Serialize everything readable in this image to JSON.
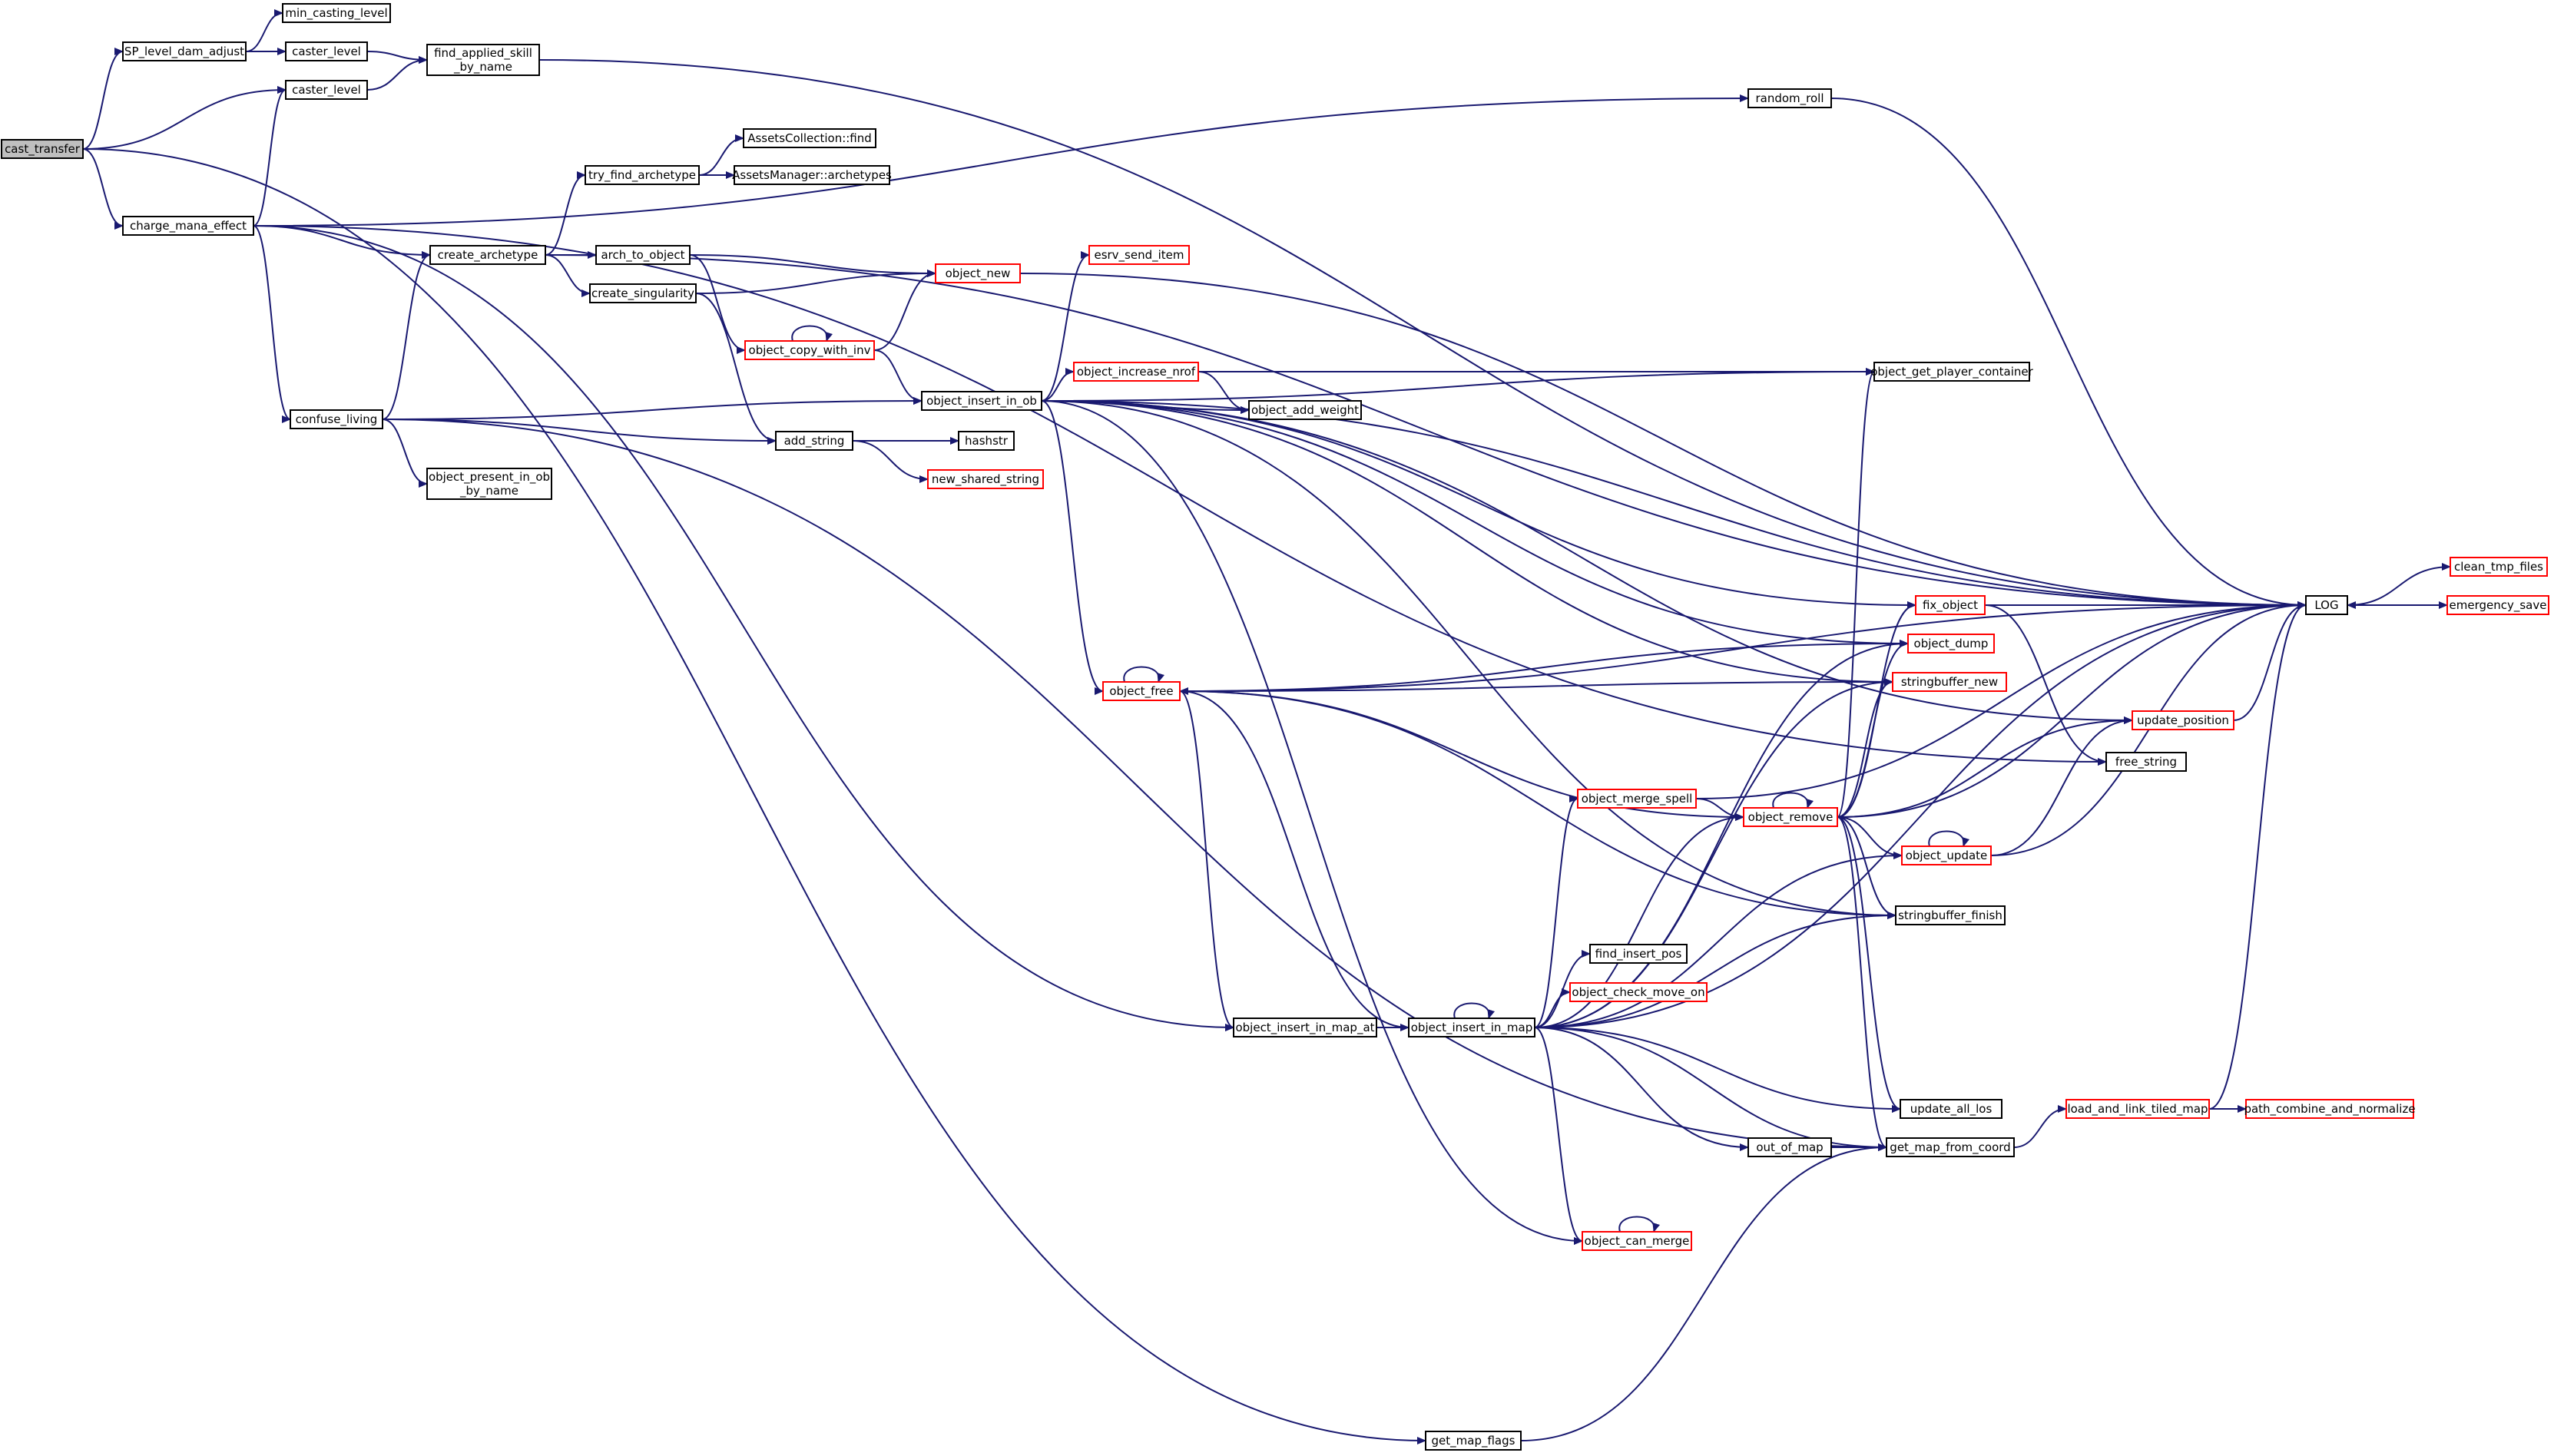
{
  "graph": {
    "nodes": [
      {
        "id": "cast_transfer",
        "lines": [
          "cast_transfer"
        ],
        "style": "root"
      },
      {
        "id": "min_casting_level",
        "lines": [
          "min_casting_level"
        ],
        "style": "normal"
      },
      {
        "id": "SP_level_dam_adjust",
        "lines": [
          "SP_level_dam_adjust"
        ],
        "style": "normal"
      },
      {
        "id": "caster_level_1",
        "lines": [
          "caster_level"
        ],
        "style": "normal"
      },
      {
        "id": "caster_level_2",
        "lines": [
          "caster_level"
        ],
        "style": "normal"
      },
      {
        "id": "find_applied_skill_by_name",
        "lines": [
          "find_applied_skill",
          "_by_name"
        ],
        "style": "normal"
      },
      {
        "id": "random_roll",
        "lines": [
          "random_roll"
        ],
        "style": "normal"
      },
      {
        "id": "charge_mana_effect",
        "lines": [
          "charge_mana_effect"
        ],
        "style": "normal"
      },
      {
        "id": "AssetsCollection_find",
        "lines": [
          "AssetsCollection::find"
        ],
        "style": "normal"
      },
      {
        "id": "try_find_archetype",
        "lines": [
          "try_find_archetype"
        ],
        "style": "normal"
      },
      {
        "id": "AssetsManager_archetypes",
        "lines": [
          "AssetsManager::archetypes"
        ],
        "style": "normal"
      },
      {
        "id": "create_archetype",
        "lines": [
          "create_archetype"
        ],
        "style": "normal"
      },
      {
        "id": "arch_to_object",
        "lines": [
          "arch_to_object"
        ],
        "style": "normal"
      },
      {
        "id": "esrv_send_item",
        "lines": [
          "esrv_send_item"
        ],
        "style": "red"
      },
      {
        "id": "object_new",
        "lines": [
          "object_new"
        ],
        "style": "red"
      },
      {
        "id": "create_singularity",
        "lines": [
          "create_singularity"
        ],
        "style": "normal"
      },
      {
        "id": "object_copy_with_inv",
        "lines": [
          "object_copy_with_inv"
        ],
        "style": "red"
      },
      {
        "id": "object_increase_nrof",
        "lines": [
          "object_increase_nrof"
        ],
        "style": "red"
      },
      {
        "id": "object_get_player_container",
        "lines": [
          "object_get_player_container"
        ],
        "style": "normal"
      },
      {
        "id": "object_insert_in_ob",
        "lines": [
          "object_insert_in_ob"
        ],
        "style": "normal"
      },
      {
        "id": "object_add_weight",
        "lines": [
          "object_add_weight"
        ],
        "style": "normal"
      },
      {
        "id": "confuse_living",
        "lines": [
          "confuse_living"
        ],
        "style": "normal"
      },
      {
        "id": "add_string",
        "lines": [
          "add_string"
        ],
        "style": "normal"
      },
      {
        "id": "hashstr",
        "lines": [
          "hashstr"
        ],
        "style": "normal"
      },
      {
        "id": "new_shared_string",
        "lines": [
          "new_shared_string"
        ],
        "style": "red"
      },
      {
        "id": "object_present_in_ob_by_name",
        "lines": [
          "object_present_in_ob",
          "_by_name"
        ],
        "style": "normal"
      },
      {
        "id": "clean_tmp_files",
        "lines": [
          "clean_tmp_files"
        ],
        "style": "red"
      },
      {
        "id": "fix_object",
        "lines": [
          "fix_object"
        ],
        "style": "red"
      },
      {
        "id": "LOG",
        "lines": [
          "LOG"
        ],
        "style": "normal"
      },
      {
        "id": "emergency_save",
        "lines": [
          "emergency_save"
        ],
        "style": "red"
      },
      {
        "id": "object_dump",
        "lines": [
          "object_dump"
        ],
        "style": "red"
      },
      {
        "id": "object_free",
        "lines": [
          "object_free"
        ],
        "style": "red"
      },
      {
        "id": "stringbuffer_new",
        "lines": [
          "stringbuffer_new"
        ],
        "style": "red"
      },
      {
        "id": "update_position",
        "lines": [
          "update_position"
        ],
        "style": "red"
      },
      {
        "id": "free_string",
        "lines": [
          "free_string"
        ],
        "style": "normal"
      },
      {
        "id": "object_merge_spell",
        "lines": [
          "object_merge_spell"
        ],
        "style": "red"
      },
      {
        "id": "object_remove",
        "lines": [
          "object_remove"
        ],
        "style": "red"
      },
      {
        "id": "object_update",
        "lines": [
          "object_update"
        ],
        "style": "red"
      },
      {
        "id": "stringbuffer_finish",
        "lines": [
          "stringbuffer_finish"
        ],
        "style": "normal"
      },
      {
        "id": "find_insert_pos",
        "lines": [
          "find_insert_pos"
        ],
        "style": "normal"
      },
      {
        "id": "object_insert_in_map_at",
        "lines": [
          "object_insert_in_map_at"
        ],
        "style": "normal"
      },
      {
        "id": "object_insert_in_map",
        "lines": [
          "object_insert_in_map"
        ],
        "style": "normal"
      },
      {
        "id": "object_check_move_on",
        "lines": [
          "object_check_move_on"
        ],
        "style": "red"
      },
      {
        "id": "load_and_link_tiled_map",
        "lines": [
          "load_and_link_tiled_map"
        ],
        "style": "red"
      },
      {
        "id": "path_combine_and_normalize",
        "lines": [
          "path_combine_and_normalize"
        ],
        "style": "red"
      },
      {
        "id": "update_all_los",
        "lines": [
          "update_all_los"
        ],
        "style": "normal"
      },
      {
        "id": "out_of_map",
        "lines": [
          "out_of_map"
        ],
        "style": "normal"
      },
      {
        "id": "get_map_from_coord",
        "lines": [
          "get_map_from_coord"
        ],
        "style": "normal"
      },
      {
        "id": "object_can_merge",
        "lines": [
          "object_can_merge"
        ],
        "style": "red"
      },
      {
        "id": "get_map_flags",
        "lines": [
          "get_map_flags"
        ],
        "style": "normal"
      }
    ],
    "edges": [
      [
        "cast_transfer",
        "SP_level_dam_adjust"
      ],
      [
        "cast_transfer",
        "caster_level_2"
      ],
      [
        "cast_transfer",
        "charge_mana_effect"
      ],
      [
        "cast_transfer",
        "get_map_flags"
      ],
      [
        "SP_level_dam_adjust",
        "min_casting_level"
      ],
      [
        "SP_level_dam_adjust",
        "caster_level_1"
      ],
      [
        "caster_level_1",
        "find_applied_skill_by_name"
      ],
      [
        "caster_level_2",
        "find_applied_skill_by_name"
      ],
      [
        "find_applied_skill_by_name",
        "LOG"
      ],
      [
        "random_roll",
        "LOG"
      ],
      [
        "charge_mana_effect",
        "caster_level_2"
      ],
      [
        "charge_mana_effect",
        "random_roll"
      ],
      [
        "charge_mana_effect",
        "create_archetype"
      ],
      [
        "charge_mana_effect",
        "confuse_living"
      ],
      [
        "charge_mana_effect",
        "object_insert_in_map_at"
      ],
      [
        "charge_mana_effect",
        "free_string"
      ],
      [
        "try_find_archetype",
        "AssetsCollection_find"
      ],
      [
        "try_find_archetype",
        "AssetsManager_archetypes"
      ],
      [
        "create_archetype",
        "try_find_archetype"
      ],
      [
        "create_archetype",
        "arch_to_object"
      ],
      [
        "create_archetype",
        "create_singularity"
      ],
      [
        "create_archetype",
        "LOG"
      ],
      [
        "arch_to_object",
        "object_new"
      ],
      [
        "arch_to_object",
        "object_copy_with_inv"
      ],
      [
        "create_singularity",
        "object_new"
      ],
      [
        "create_singularity",
        "add_string"
      ],
      [
        "object_copy_with_inv",
        "object_copy_with_inv"
      ],
      [
        "object_copy_with_inv",
        "object_new"
      ],
      [
        "object_copy_with_inv",
        "object_insert_in_ob"
      ],
      [
        "object_new",
        "LOG"
      ],
      [
        "confuse_living",
        "create_archetype"
      ],
      [
        "confuse_living",
        "object_insert_in_ob"
      ],
      [
        "confuse_living",
        "add_string"
      ],
      [
        "confuse_living",
        "object_present_in_ob_by_name"
      ],
      [
        "confuse_living",
        "get_map_from_coord"
      ],
      [
        "add_string",
        "hashstr"
      ],
      [
        "add_string",
        "new_shared_string"
      ],
      [
        "object_insert_in_ob",
        "esrv_send_item"
      ],
      [
        "object_insert_in_ob",
        "object_increase_nrof"
      ],
      [
        "object_insert_in_ob",
        "object_add_weight"
      ],
      [
        "object_insert_in_ob",
        "object_get_player_container"
      ],
      [
        "object_insert_in_ob",
        "fix_object"
      ],
      [
        "object_insert_in_ob",
        "object_dump"
      ],
      [
        "object_insert_in_ob",
        "object_free"
      ],
      [
        "object_insert_in_ob",
        "stringbuffer_new"
      ],
      [
        "object_insert_in_ob",
        "update_position"
      ],
      [
        "object_insert_in_ob",
        "LOG"
      ],
      [
        "object_insert_in_ob",
        "object_can_merge"
      ],
      [
        "object_insert_in_ob",
        "stringbuffer_finish"
      ],
      [
        "object_increase_nrof",
        "object_get_player_container"
      ],
      [
        "object_increase_nrof",
        "object_add_weight"
      ],
      [
        "fix_object",
        "LOG"
      ],
      [
        "fix_object",
        "free_string"
      ],
      [
        "LOG",
        "clean_tmp_files"
      ],
      [
        "LOG",
        "emergency_save"
      ],
      [
        "emergency_save",
        "LOG"
      ],
      [
        "object_free",
        "object_free"
      ],
      [
        "object_free",
        "object_dump"
      ],
      [
        "object_free",
        "stringbuffer_new"
      ],
      [
        "object_free",
        "LOG"
      ],
      [
        "object_free",
        "object_remove"
      ],
      [
        "object_free",
        "object_insert_in_map_at"
      ],
      [
        "object_free",
        "stringbuffer_finish"
      ],
      [
        "update_position",
        "LOG"
      ],
      [
        "object_merge_spell",
        "object_remove"
      ],
      [
        "object_merge_spell",
        "LOG"
      ],
      [
        "object_remove",
        "object_remove"
      ],
      [
        "object_remove",
        "fix_object"
      ],
      [
        "object_remove",
        "object_dump"
      ],
      [
        "object_remove",
        "stringbuffer_new"
      ],
      [
        "object_remove",
        "object_get_player_container"
      ],
      [
        "object_remove",
        "update_position"
      ],
      [
        "object_remove",
        "object_update"
      ],
      [
        "object_remove",
        "stringbuffer_finish"
      ],
      [
        "object_remove",
        "LOG"
      ],
      [
        "object_remove",
        "update_all_los"
      ],
      [
        "object_remove",
        "get_map_from_coord"
      ],
      [
        "object_update",
        "object_update"
      ],
      [
        "object_update",
        "update_position"
      ],
      [
        "object_update",
        "LOG"
      ],
      [
        "object_insert_in_map_at",
        "object_insert_in_map"
      ],
      [
        "object_insert_in_map",
        "object_insert_in_map"
      ],
      [
        "object_insert_in_map",
        "object_free"
      ],
      [
        "object_insert_in_map",
        "object_merge_spell"
      ],
      [
        "object_insert_in_map",
        "object_remove"
      ],
      [
        "object_insert_in_map",
        "object_dump"
      ],
      [
        "object_insert_in_map",
        "stringbuffer_new"
      ],
      [
        "object_insert_in_map",
        "stringbuffer_finish"
      ],
      [
        "object_insert_in_map",
        "find_insert_pos"
      ],
      [
        "object_insert_in_map",
        "object_check_move_on"
      ],
      [
        "object_insert_in_map",
        "object_update"
      ],
      [
        "object_insert_in_map",
        "LOG"
      ],
      [
        "object_insert_in_map",
        "update_all_los"
      ],
      [
        "object_insert_in_map",
        "out_of_map"
      ],
      [
        "object_insert_in_map",
        "get_map_from_coord"
      ],
      [
        "object_insert_in_map",
        "object_can_merge"
      ],
      [
        "out_of_map",
        "get_map_from_coord"
      ],
      [
        "get_map_from_coord",
        "load_and_link_tiled_map"
      ],
      [
        "load_and_link_tiled_map",
        "path_combine_and_normalize"
      ],
      [
        "load_and_link_tiled_map",
        "LOG"
      ],
      [
        "object_can_merge",
        "object_can_merge"
      ],
      [
        "get_map_flags",
        "get_map_from_coord"
      ]
    ]
  },
  "colors": {
    "edge": "#191970",
    "node_border": "#000000",
    "node_border_red": "#ff0000",
    "root_fill": "#bfbfbf",
    "node_fill": "#ffffff"
  }
}
